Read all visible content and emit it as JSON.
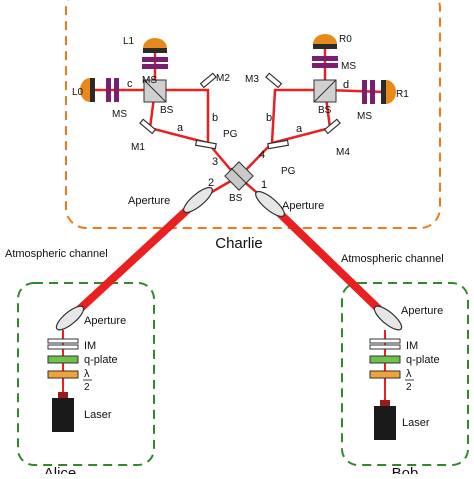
{
  "labels": {
    "charlie": "Charlie",
    "alice_partial": "Alice",
    "bob_partial": "Bob",
    "atm_left": "Atmospheric channel",
    "atm_right": "Atmospheric channel",
    "aperture_charlie_left": "Aperture",
    "aperture_charlie_right": "Aperture",
    "aperture_alice": "Aperture",
    "aperture_bob": "Aperture",
    "im_alice": "IM",
    "qplate_alice": "q-plate",
    "lambda_alice": "λ",
    "lambda_den_alice": "2",
    "laser_alice": "Laser",
    "im_bob": "IM",
    "qplate_bob": "q-plate",
    "lambda_bob": "λ",
    "lambda_den_bob": "2",
    "laser_bob": "Laser",
    "bs_center": "BS",
    "bs_left": "BS",
    "bs_right": "BS",
    "pg_left": "PG",
    "pg_right": "PG",
    "ms_l1": "MS",
    "ms_l0": "MS",
    "ms_r0": "MS",
    "ms_r1": "MS",
    "det_l1": "L1",
    "det_l0": "L0",
    "det_r0": "R0",
    "det_r1": "R1",
    "m1": "M1",
    "m2": "M2",
    "m3": "M3",
    "m4": "M4",
    "path_a_left": "a",
    "path_b_left": "b",
    "path_c_left": "c",
    "path_a_right": "a",
    "path_b_right": "b",
    "path_d_right": "d",
    "port_1": "1",
    "port_2": "2",
    "port_3": "3",
    "port_4": "4"
  },
  "colors": {
    "beam": "#e8201f",
    "charlie_border": "#f07a1a",
    "party_border": "#2f8a2f",
    "ms_purple": "#7a1f6e",
    "detector_orange": "#e88a1a",
    "im_green": "#6cc24a",
    "waveplate_orange": "#f2a23a"
  }
}
